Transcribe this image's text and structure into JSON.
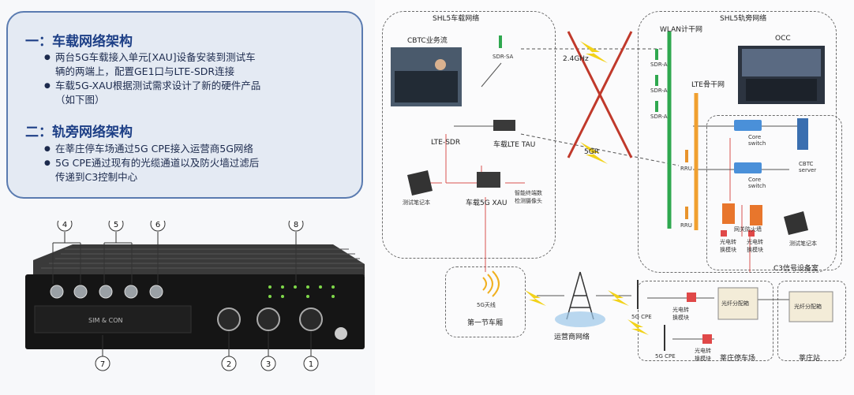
{
  "left": {
    "section1": {
      "title": "一：车载网络架构",
      "bullet1_line1": "两台5G车载接入单元[XAU]设备安装到测试车",
      "bullet1_line2": "辆的两端上，配置GE1口与LTE-SDR连接",
      "bullet2_line1": "车载5G-XAU根据测试需求设计了新的硬件产品",
      "bullet2_line2": "（如下图）"
    },
    "section2": {
      "title": "二：轨旁网络架构",
      "bullet1": "在莘庄停车场通过5G CPE接入运营商5G网络",
      "bullet2_line1": "5G CPE通过现有的光缆通道以及防火墙过滤后",
      "bullet2_line2": "传递到C3控制中心"
    }
  },
  "device": {
    "sim_label": "SIM & CON",
    "callouts": [
      "4",
      "5",
      "6",
      "8",
      "7",
      "2",
      "3",
      "1"
    ]
  },
  "diagram": {
    "vehicle_net": "SHL5车载网络",
    "cbtc_flow": "CBTC业务流",
    "sdr_sa": "SDR-SA",
    "freq_24": "2.4GHz",
    "lte_sdr": "LTE-SDR",
    "car_lte_tau": "车载LTE TAU",
    "sgr": "5GR",
    "laptop1": "测试笔记本",
    "car_5g_xau": "车载5G XAU",
    "camera": "智能终端数\n检测摄像头",
    "trackside_net": "SHL5轨旁网络",
    "wlan": "WLAN计干网",
    "lte_backbone": "LTE骨干网",
    "occ": "OCC",
    "core_switch1": "Core\nswitch",
    "core_switch2": "Core\nswitch",
    "cbtc_server": "CBTC\nserver",
    "rru1": "RRU",
    "rru2": "RRU",
    "sdr_labels": [
      "SDR-A",
      "SDR-A",
      "SDR-A"
    ],
    "firewall": "网关防火墙",
    "optical1": "光电转\n换模块",
    "optical2": "光电转\n换模块",
    "laptop2": "测试笔记本",
    "c3_room": "C3信号设备室",
    "first_car": "第一节车厢",
    "sg_small": "5G天线",
    "carrier_net": "运营商网络",
    "cpe1": "5G CPE",
    "cpe2": "5G CPE",
    "optical3": "光电转\n换模块",
    "optical4": "光电转\n换模块",
    "fiber_frame1": "光纤分配箱",
    "fiber_frame2": "光纤分配箱",
    "xinzhuang_depot": "莘庄停车场",
    "xinzhuang_station": "莘庄站"
  }
}
